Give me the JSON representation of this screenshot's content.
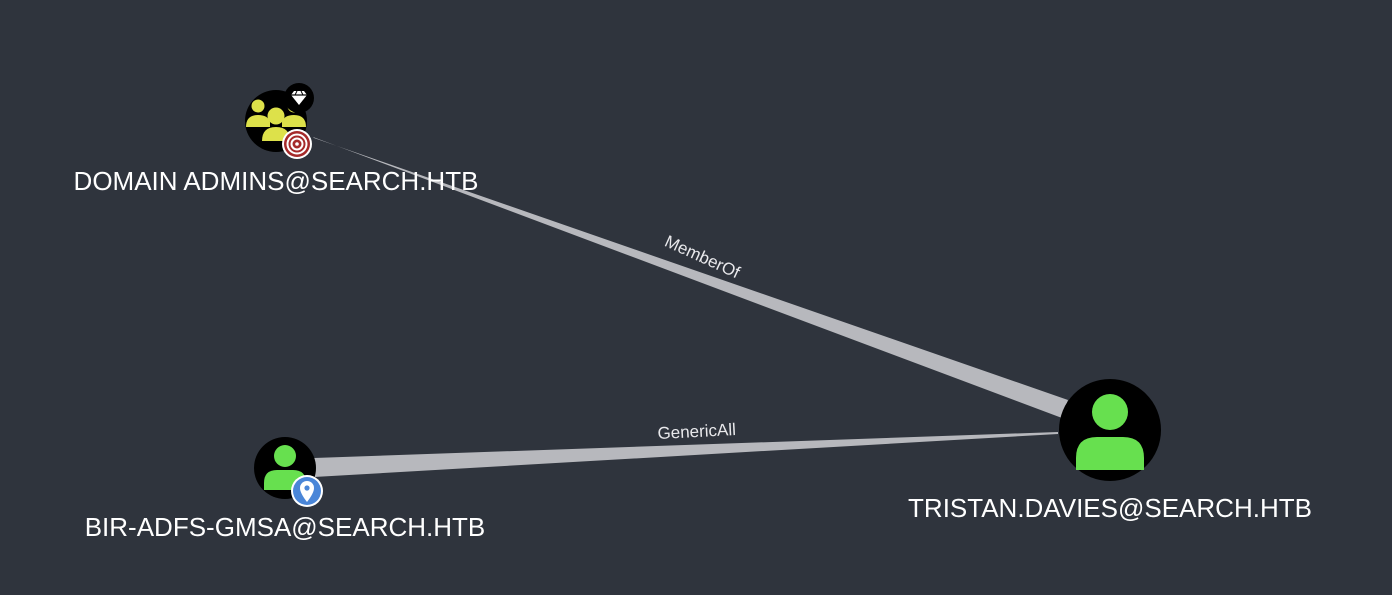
{
  "colors": {
    "background": "#2f343d",
    "edge": "#b7b8bd",
    "node_fill": "#000000",
    "group_icon": "#dde14a",
    "user_icon": "#67e04f",
    "target_badge": "#a52a2a",
    "owned_badge": "#4a86d8",
    "label": "#ffffff"
  },
  "graph": {
    "nodes": [
      {
        "id": "domain-admins",
        "label": "DOMAIN ADMINS@SEARCH.HTB",
        "type": "group",
        "icon": "group-icon",
        "badges": [
          "high-value-diamond-icon",
          "target-icon"
        ]
      },
      {
        "id": "tristan-davies",
        "label": "TRISTAN.DAVIES@SEARCH.HTB",
        "type": "user",
        "icon": "user-icon",
        "badges": []
      },
      {
        "id": "bir-adfs-gmsa",
        "label": "BIR-ADFS-GMSA@SEARCH.HTB",
        "type": "user",
        "icon": "user-icon",
        "badges": [
          "location-pin-icon"
        ]
      }
    ],
    "edges": [
      {
        "source": "tristan-davies",
        "target": "domain-admins",
        "label": "MemberOf"
      },
      {
        "source": "bir-adfs-gmsa",
        "target": "tristan-davies",
        "label": "GenericAll"
      }
    ]
  }
}
